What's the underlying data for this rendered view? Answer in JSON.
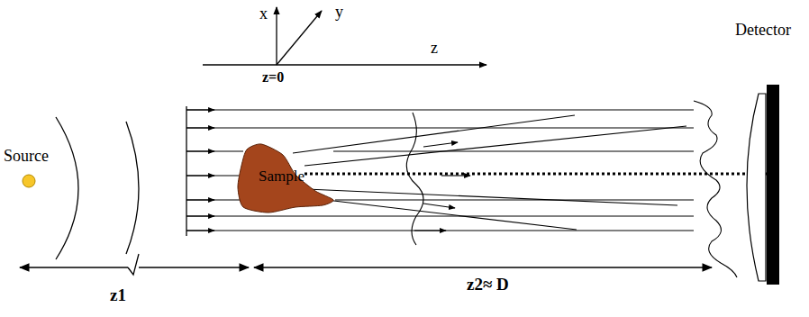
{
  "diagram": {
    "nodes": [
      {
        "text": [
          "Source"
        ]
      },
      {
        "text": [
          "Sample"
        ]
      },
      {
        "text": [
          "Detector"
        ]
      }
    ],
    "labels": [
      "x",
      "y",
      "z",
      "z=0",
      "z1",
      "z2≈ D"
    ]
  }
}
